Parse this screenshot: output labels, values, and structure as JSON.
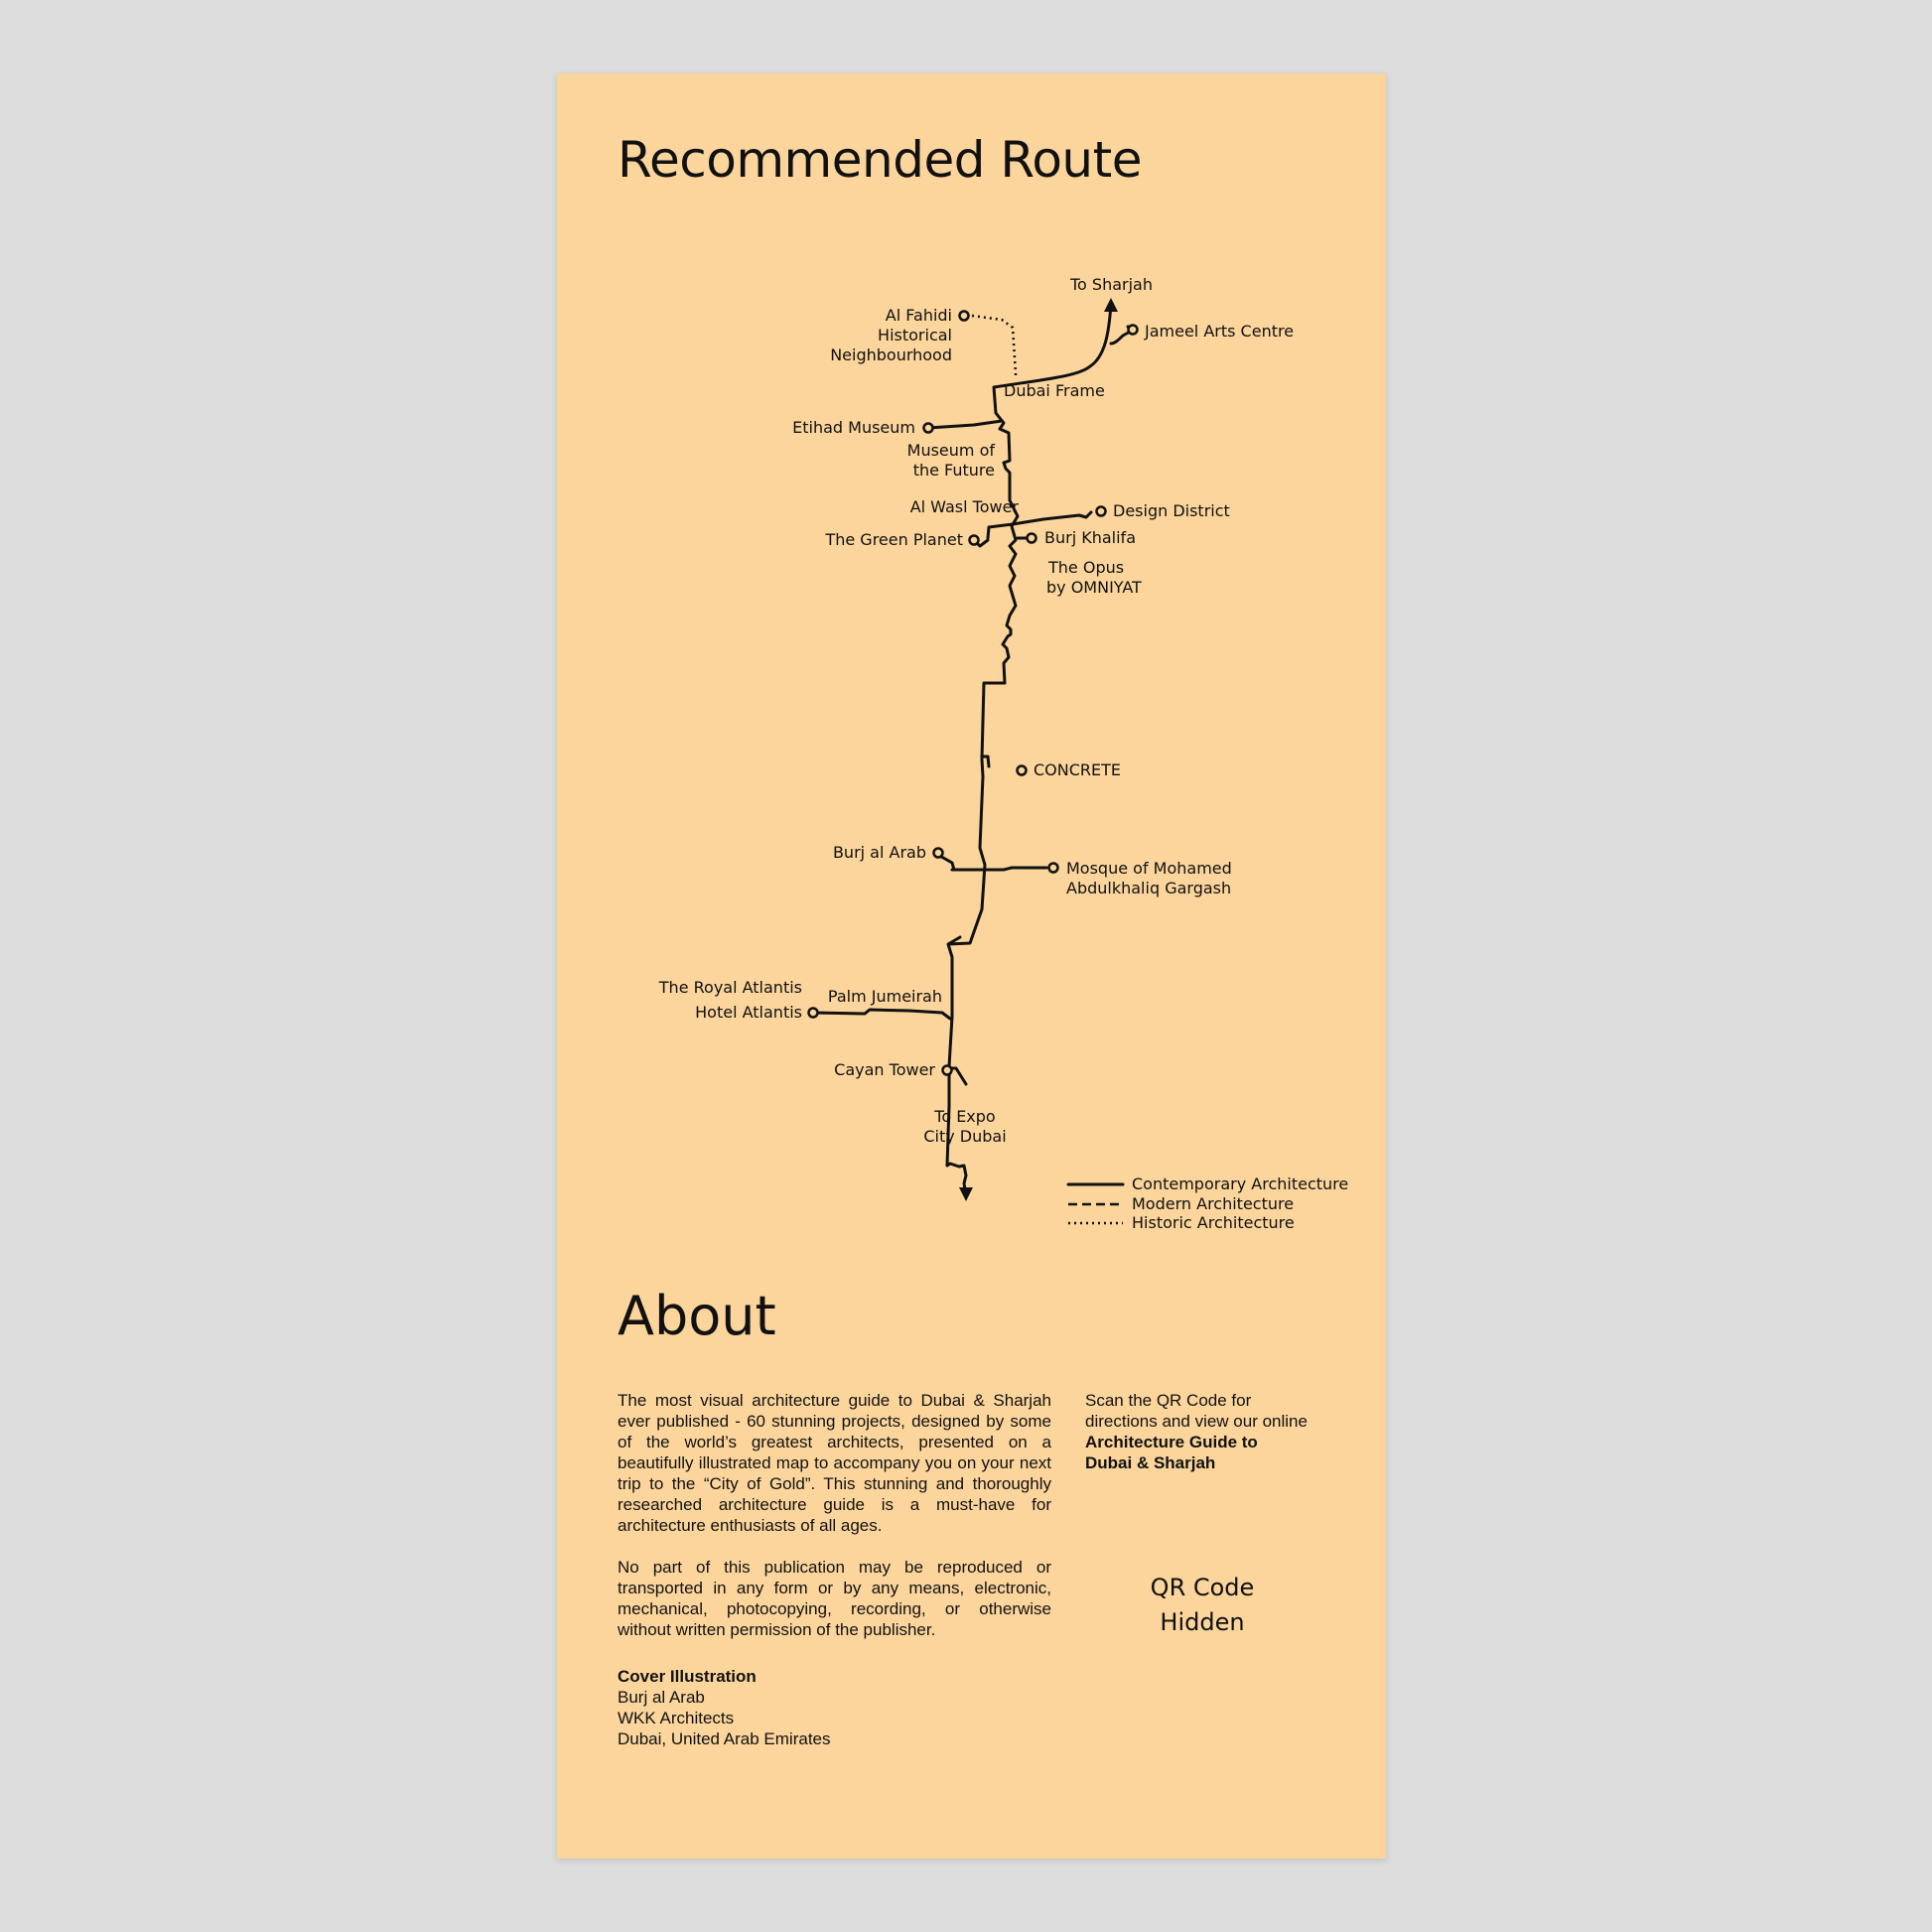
{
  "route": {
    "title": "Recommended Route",
    "labels": {
      "to_sharjah": "To Sharjah",
      "jameel": "Jameel Arts Centre",
      "al_fahidi_1": "Al Fahidi",
      "al_fahidi_2": "Historical",
      "al_fahidi_3": "Neighbourhood",
      "dubai_frame": "Dubai Frame",
      "etihad": "Etihad Museum",
      "future_1": "Museum of",
      "future_2": "the Future",
      "al_wasl": "Al Wasl Tower",
      "design": "Design District",
      "green_planet": "The Green Planet",
      "burj_khalifa": "Burj Khalifa",
      "opus_1": "The Opus",
      "opus_2": "by OMNIYAT",
      "concrete": "CONCRETE",
      "burj_al_arab": "Burj al Arab",
      "mosque_1": "Mosque of Mohamed",
      "mosque_2": "Abdulkhaliq Gargash",
      "royal_atlantis": "The Royal Atlantis",
      "hotel_atlantis": "Hotel Atlantis",
      "palm": "Palm Jumeirah",
      "cayan": "Cayan Tower",
      "expo_1": "To Expo",
      "expo_2": "City Dubai"
    },
    "legend": {
      "contemporary": "Contemporary Architecture",
      "modern": "Modern Architecture",
      "historic": "Historic Architecture"
    }
  },
  "about": {
    "title": "About",
    "para1": "The most visual architecture guide to Dubai & Sharjah ever published - 60 stunning projects, designed by some of the world’s greatest architects, presented on a beautifully illustrated map to accompany you on your next trip to the “City of Gold”. This stunning and thoroughly researched architecture guide is a must-have for architecture enthusiasts of all ages.",
    "para2": "No part of this publication may be reproduced or transported in any form or by any means, electronic, mechanical, photocopying, recording, or otherwise without written permission of the publisher.",
    "cover_heading": "Cover Illustration",
    "cover_lines": [
      "Burj al Arab",
      "WKK Architects",
      "Dubai, United Arab Emirates"
    ],
    "scan_1": "Scan the QR Code for",
    "scan_2": "directions and view our online",
    "guide_1": "Architecture Guide to",
    "guide_2": "Dubai & Sharjah",
    "qr_1": "QR Code",
    "qr_2": "Hidden"
  },
  "colors": {
    "background": "#dcdcdd",
    "panel": "#fbd59c",
    "ink": "#111111"
  }
}
